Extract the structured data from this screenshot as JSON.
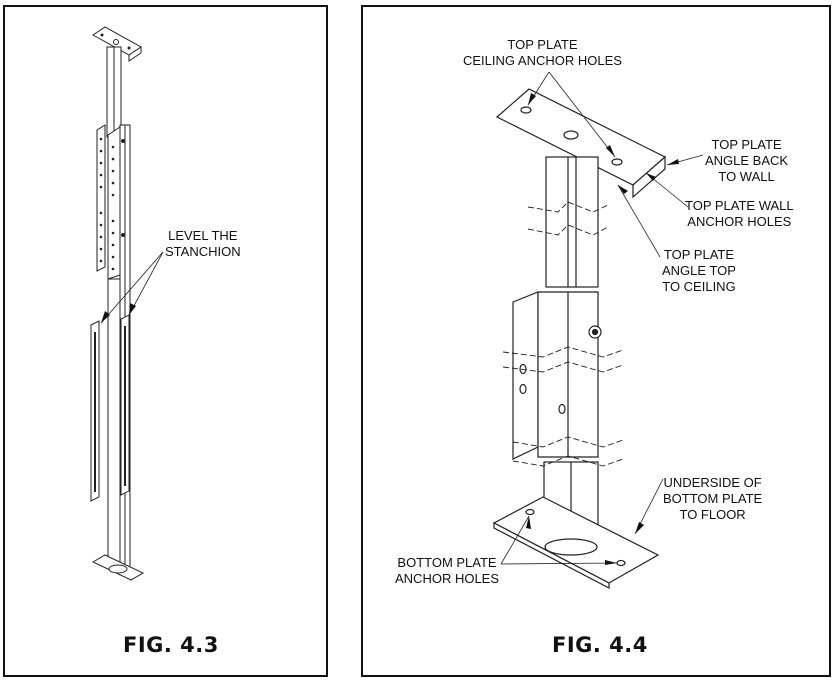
{
  "figures": [
    {
      "id": "fig-4-3",
      "title": "FIG. 4.3",
      "callouts": [
        {
          "id": "level-stanchion",
          "lines": [
            "LEVEL THE",
            "STANCHION"
          ]
        }
      ]
    },
    {
      "id": "fig-4-4",
      "title": "FIG. 4.4",
      "callouts": [
        {
          "id": "top-plate-ceiling-anchor-holes",
          "lines": [
            "TOP PLATE",
            "CEILING ANCHOR HOLES"
          ]
        },
        {
          "id": "top-plate-angle-back-to-wall",
          "lines": [
            "TOP PLATE",
            "ANGLE BACK",
            "TO WALL"
          ]
        },
        {
          "id": "top-plate-wall-anchor-holes",
          "lines": [
            "TOP PLATE WALL",
            "ANCHOR HOLES"
          ]
        },
        {
          "id": "top-plate-angle-top-to-ceiling",
          "lines": [
            "TOP PLATE",
            "ANGLE TOP",
            "TO CEILING"
          ]
        },
        {
          "id": "underside-bottom-plate-to-floor",
          "lines": [
            "UNDERSIDE OF",
            "BOTTOM PLATE",
            "TO FLOOR"
          ]
        },
        {
          "id": "bottom-plate-anchor-holes",
          "lines": [
            "BOTTOM PLATE",
            "ANCHOR HOLES"
          ]
        }
      ]
    }
  ],
  "text": {
    "fig43_title": "FIG. 4.3",
    "fig44_title": "FIG. 4.4",
    "level_stanchion": "LEVEL THE\nSTANCHION",
    "top_plate_ceiling_holes": "TOP PLATE\nCEILING ANCHOR HOLES",
    "top_plate_angle_back": "TOP PLATE\nANGLE BACK\nTO WALL",
    "top_plate_wall_holes": "TOP PLATE WALL\nANCHOR HOLES",
    "top_plate_angle_top": "TOP PLATE\nANGLE TOP\nTO CEILING",
    "underside_bottom_plate": "UNDERSIDE OF\nBOTTOM PLATE\nTO FLOOR",
    "bottom_plate_holes": "BOTTOM PLATE\nANCHOR HOLES"
  }
}
